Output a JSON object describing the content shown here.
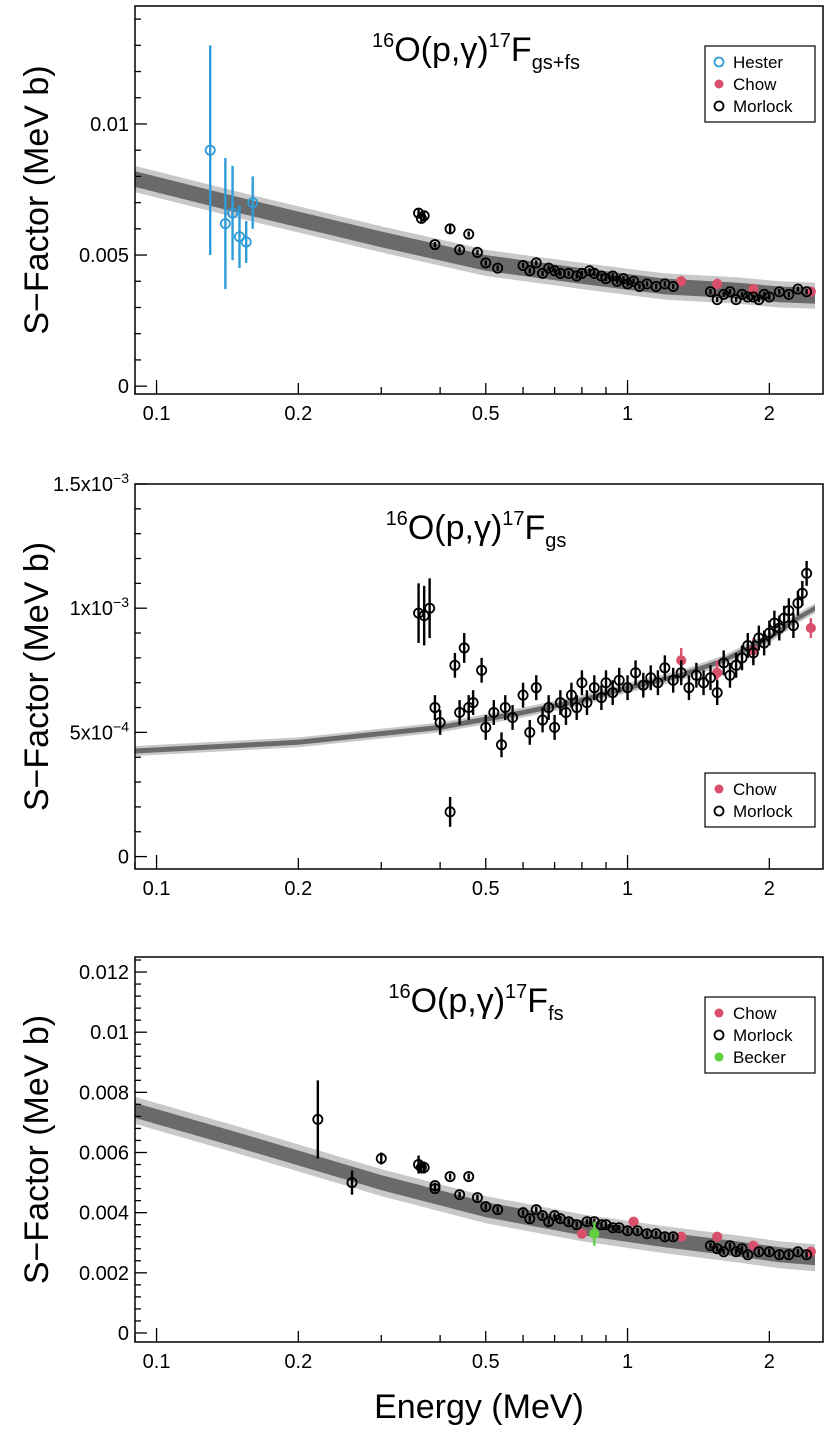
{
  "xlabel": "Energy (MeV)",
  "colors": {
    "Hester": "#2f9bd8",
    "Chow": "#d9506a",
    "Morlock": "#000000",
    "Becker": "#5fcf3f",
    "band_inner": "#6a6a6a",
    "band_outer": "#c8c8c8"
  },
  "chart_data": [
    {
      "type": "scatter",
      "title_pre": "16",
      "title_mid": "O(p,",
      "title_gamma": "γ",
      "title_mid2": ")",
      "title_pre2": "17",
      "title_main": "F",
      "title_sub": "gs+fs",
      "xlabel": "",
      "ylabel": "S−Factor (MeV b)",
      "xscale": "log",
      "xlim": [
        0.09,
        2.6
      ],
      "ylim": [
        -0.0003,
        0.0145
      ],
      "xticks": [
        {
          "v": 0.1,
          "label": "0.1"
        },
        {
          "v": 0.2,
          "label": "0.2"
        },
        {
          "v": 0.5,
          "label": "0.5"
        },
        {
          "v": 1,
          "label": "1"
        },
        {
          "v": 2,
          "label": "2"
        }
      ],
      "yticks": [
        {
          "v": 0,
          "label": "0"
        },
        {
          "v": 0.005,
          "label": "0.005"
        },
        {
          "v": 0.01,
          "label": "0.01"
        }
      ],
      "legend": [
        "Hester",
        "Chow",
        "Morlock"
      ],
      "legend_position": "top-right",
      "band": {
        "x": [
          0.09,
          0.15,
          0.3,
          0.5,
          0.8,
          1.2,
          1.7,
          2.1,
          2.5
        ],
        "y": [
          0.0079,
          0.0069,
          0.0056,
          0.0047,
          0.0042,
          0.0038,
          0.00365,
          0.0035,
          0.00345
        ],
        "half_inner": 0.0003,
        "half_outer": 0.0005
      },
      "series": [
        {
          "name": "Hester",
          "x": [
            0.13,
            0.14,
            0.145,
            0.15,
            0.155,
            0.16
          ],
          "y": [
            0.009,
            0.0062,
            0.0066,
            0.0057,
            0.0055,
            0.007
          ],
          "err": [
            0.004,
            0.0025,
            0.0018,
            0.0012,
            0.0008,
            0.001
          ]
        },
        {
          "name": "Chow",
          "x": [
            1.3,
            1.55,
            1.85,
            2.45
          ],
          "y": [
            0.004,
            0.0039,
            0.0037,
            0.0036
          ],
          "err": [
            0.0002,
            0.0002,
            0.0002,
            0.0002
          ]
        },
        {
          "name": "Morlock",
          "x": [
            0.36,
            0.365,
            0.37,
            0.39,
            0.42,
            0.44,
            0.46,
            0.48,
            0.5,
            0.53,
            0.6,
            0.62,
            0.64,
            0.66,
            0.68,
            0.7,
            0.72,
            0.75,
            0.78,
            0.8,
            0.83,
            0.85,
            0.88,
            0.9,
            0.93,
            0.95,
            0.98,
            1.0,
            1.03,
            1.06,
            1.1,
            1.15,
            1.2,
            1.25,
            1.5,
            1.55,
            1.6,
            1.65,
            1.7,
            1.75,
            1.8,
            1.85,
            1.9,
            1.95,
            2.0,
            2.1,
            2.2,
            2.3,
            2.4
          ],
          "y": [
            0.0066,
            0.0064,
            0.0065,
            0.0054,
            0.006,
            0.0052,
            0.0058,
            0.0051,
            0.0047,
            0.0045,
            0.0046,
            0.0044,
            0.0047,
            0.0043,
            0.0045,
            0.0044,
            0.0043,
            0.0043,
            0.0042,
            0.0043,
            0.0044,
            0.0043,
            0.0042,
            0.0041,
            0.0042,
            0.004,
            0.0041,
            0.0039,
            0.004,
            0.0038,
            0.0039,
            0.0038,
            0.0039,
            0.0038,
            0.0036,
            0.0033,
            0.0035,
            0.0036,
            0.0033,
            0.0035,
            0.0034,
            0.0034,
            0.0033,
            0.0035,
            0.0034,
            0.0036,
            0.0035,
            0.0037,
            0.0036
          ],
          "err": [
            0.0002,
            0.0002,
            0.0002,
            0.0001,
            0.0002,
            0.0001,
            0.0001,
            0.0001,
            0.0001,
            0.0001,
            0.0001,
            0.0001,
            0.0001,
            0.0001,
            0.0001,
            0.0001,
            0.0001,
            0.0001,
            0.0001,
            0.0001,
            0.0001,
            0.0001,
            0.0001,
            0.0001,
            0.0001,
            0.0001,
            0.0001,
            0.0001,
            0.0001,
            0.0001,
            0.0001,
            0.0001,
            0.0001,
            0.0001,
            0.0001,
            0.0001,
            0.0001,
            0.0001,
            0.0001,
            0.0001,
            0.0001,
            0.0001,
            0.0001,
            0.0001,
            0.0001,
            0.0001,
            0.0001,
            0.0001,
            0.0001
          ]
        }
      ]
    },
    {
      "type": "scatter",
      "title_pre": "16",
      "title_mid": "O(p,",
      "title_gamma": "γ",
      "title_mid2": ")",
      "title_pre2": "17",
      "title_main": "F",
      "title_sub": "gs",
      "xlabel": "",
      "ylabel": "S−Factor (MeV b)",
      "xscale": "log",
      "xlim": [
        0.09,
        2.6
      ],
      "ylim": [
        -5e-05,
        0.0015
      ],
      "xticks": [
        {
          "v": 0.1,
          "label": "0.1"
        },
        {
          "v": 0.2,
          "label": "0.2"
        },
        {
          "v": 0.5,
          "label": "0.5"
        },
        {
          "v": 1,
          "label": "1"
        },
        {
          "v": 2,
          "label": "2"
        }
      ],
      "yticks": [
        {
          "v": 0,
          "label": "0"
        },
        {
          "v": 0.0005,
          "label": "5x10",
          "exp": "−4"
        },
        {
          "v": 0.001,
          "label": "1x10",
          "exp": "−3"
        },
        {
          "v": 0.0015,
          "label": "1.5x10",
          "exp": "−3"
        }
      ],
      "legend": [
        "Chow",
        "Morlock"
      ],
      "legend_position": "bottom-right",
      "band": {
        "x": [
          0.09,
          0.2,
          0.4,
          0.6,
          0.8,
          1.0,
          1.3,
          1.6,
          2.0,
          2.3,
          2.5
        ],
        "y": [
          0.000425,
          0.00046,
          0.00052,
          0.00058,
          0.00063,
          0.00068,
          0.00073,
          0.00079,
          0.00088,
          0.00096,
          0.001
        ],
        "half_inner": 1e-05,
        "half_outer": 2e-05
      },
      "series": [
        {
          "name": "Chow",
          "x": [
            1.3,
            1.55,
            1.85,
            2.45
          ],
          "y": [
            0.00079,
            0.00074,
            0.00083,
            0.00092
          ],
          "err": [
            5e-05,
            5e-05,
            5e-05,
            4e-05
          ]
        },
        {
          "name": "Morlock",
          "x": [
            0.36,
            0.37,
            0.38,
            0.39,
            0.4,
            0.42,
            0.43,
            0.44,
            0.45,
            0.46,
            0.47,
            0.49,
            0.5,
            0.52,
            0.54,
            0.55,
            0.57,
            0.6,
            0.62,
            0.64,
            0.66,
            0.68,
            0.7,
            0.72,
            0.74,
            0.76,
            0.78,
            0.8,
            0.82,
            0.85,
            0.88,
            0.9,
            0.93,
            0.96,
            1.0,
            1.04,
            1.08,
            1.12,
            1.16,
            1.2,
            1.25,
            1.3,
            1.35,
            1.4,
            1.45,
            1.5,
            1.55,
            1.6,
            1.65,
            1.7,
            1.75,
            1.8,
            1.85,
            1.9,
            1.95,
            2.0,
            2.05,
            2.1,
            2.15,
            2.2,
            2.25,
            2.3,
            2.35,
            2.4
          ],
          "y": [
            0.00098,
            0.00097,
            0.001,
            0.0006,
            0.00054,
            0.00018,
            0.00077,
            0.00058,
            0.00084,
            0.0006,
            0.00062,
            0.00075,
            0.00052,
            0.00058,
            0.00045,
            0.0006,
            0.00056,
            0.00065,
            0.0005,
            0.00068,
            0.00055,
            0.0006,
            0.00052,
            0.00062,
            0.00058,
            0.00065,
            0.0006,
            0.0007,
            0.00062,
            0.00068,
            0.00064,
            0.0007,
            0.00066,
            0.00071,
            0.00068,
            0.00074,
            0.00069,
            0.00072,
            0.0007,
            0.00076,
            0.00071,
            0.00074,
            0.00068,
            0.00073,
            0.0007,
            0.00072,
            0.00066,
            0.00078,
            0.00073,
            0.00077,
            0.0008,
            0.00085,
            0.00082,
            0.00088,
            0.00086,
            0.0009,
            0.00094,
            0.00092,
            0.00096,
            0.00099,
            0.00093,
            0.00102,
            0.00106,
            0.00114
          ],
          "err": [
            0.00012,
            0.00012,
            0.00012,
            5e-05,
            5e-05,
            6e-05,
            5e-05,
            5e-05,
            6e-05,
            5e-05,
            5e-05,
            5e-05,
            5e-05,
            5e-05,
            5e-05,
            5e-05,
            5e-05,
            5e-05,
            5e-05,
            5e-05,
            5e-05,
            5e-05,
            5e-05,
            5e-05,
            5e-05,
            5e-05,
            5e-05,
            5e-05,
            5e-05,
            5e-05,
            5e-05,
            5e-05,
            5e-05,
            5e-05,
            5e-05,
            5e-05,
            5e-05,
            5e-05,
            5e-05,
            5e-05,
            5e-05,
            5e-05,
            5e-05,
            5e-05,
            5e-05,
            5e-05,
            5e-05,
            5e-05,
            5e-05,
            5e-05,
            5e-05,
            5e-05,
            5e-05,
            5e-05,
            5e-05,
            5e-05,
            5e-05,
            5e-05,
            5e-05,
            5e-05,
            5e-05,
            5e-05,
            5e-05,
            5e-05
          ]
        }
      ]
    },
    {
      "type": "scatter",
      "title_pre": "16",
      "title_mid": "O(p,",
      "title_gamma": "γ",
      "title_mid2": ")",
      "title_pre2": "17",
      "title_main": "F",
      "title_sub": "fs",
      "xlabel": "Energy (MeV)",
      "ylabel": "S−Factor (MeV b)",
      "xscale": "log",
      "xlim": [
        0.09,
        2.6
      ],
      "ylim": [
        -0.0003,
        0.0125
      ],
      "xticks": [
        {
          "v": 0.1,
          "label": "0.1"
        },
        {
          "v": 0.2,
          "label": "0.2"
        },
        {
          "v": 0.5,
          "label": "0.5"
        },
        {
          "v": 1,
          "label": "1"
        },
        {
          "v": 2,
          "label": "2"
        }
      ],
      "yticks": [
        {
          "v": 0,
          "label": "0"
        },
        {
          "v": 0.002,
          "label": "0.002"
        },
        {
          "v": 0.004,
          "label": "0.004"
        },
        {
          "v": 0.006,
          "label": "0.006"
        },
        {
          "v": 0.008,
          "label": "0.008"
        },
        {
          "v": 0.01,
          "label": "0.01"
        },
        {
          "v": 0.012,
          "label": "0.012"
        }
      ],
      "legend": [
        "Chow",
        "Morlock",
        "Becker"
      ],
      "legend_position": "top-right",
      "band": {
        "x": [
          0.09,
          0.15,
          0.3,
          0.5,
          0.8,
          1.2,
          1.7,
          2.1,
          2.5
        ],
        "y": [
          0.0074,
          0.0064,
          0.005,
          0.0041,
          0.0035,
          0.0031,
          0.0028,
          0.0026,
          0.0025
        ],
        "half_inner": 0.00025,
        "half_outer": 0.00045
      },
      "series": [
        {
          "name": "Chow",
          "x": [
            0.8,
            1.03,
            1.3,
            1.55,
            1.85,
            2.45
          ],
          "y": [
            0.0033,
            0.0037,
            0.0032,
            0.0032,
            0.0029,
            0.0027
          ],
          "err": [
            0.00015,
            0.00015,
            0.00015,
            0.00015,
            0.00015,
            0.00015
          ]
        },
        {
          "name": "Morlock",
          "x": [
            0.22,
            0.26,
            0.3,
            0.36,
            0.365,
            0.37,
            0.39,
            0.39,
            0.42,
            0.44,
            0.46,
            0.48,
            0.5,
            0.53,
            0.6,
            0.62,
            0.64,
            0.66,
            0.68,
            0.7,
            0.72,
            0.75,
            0.78,
            0.82,
            0.85,
            0.88,
            0.9,
            0.93,
            0.96,
            1.0,
            1.05,
            1.1,
            1.15,
            1.2,
            1.25,
            1.5,
            1.55,
            1.6,
            1.65,
            1.7,
            1.75,
            1.8,
            1.9,
            2.0,
            2.1,
            2.2,
            2.3,
            2.4
          ],
          "y": [
            0.0071,
            0.005,
            0.0058,
            0.0056,
            0.0055,
            0.0055,
            0.0049,
            0.0048,
            0.0052,
            0.0046,
            0.0052,
            0.0045,
            0.0042,
            0.0041,
            0.004,
            0.0038,
            0.0041,
            0.0039,
            0.0037,
            0.0039,
            0.0038,
            0.0037,
            0.0036,
            0.0037,
            0.0037,
            0.0036,
            0.0036,
            0.0035,
            0.0035,
            0.0034,
            0.0034,
            0.0033,
            0.0033,
            0.0032,
            0.0032,
            0.0029,
            0.0028,
            0.0027,
            0.0029,
            0.0027,
            0.0028,
            0.0026,
            0.0027,
            0.0027,
            0.0026,
            0.0026,
            0.0027,
            0.0026
          ],
          "err": [
            0.0013,
            0.0004,
            0.0002,
            0.0003,
            0.0002,
            0.0002,
            0.0001,
            0.0001,
            0.0001,
            0.0001,
            0.0001,
            0.0001,
            0.0001,
            0.0001,
            0.0001,
            0.0001,
            0.0001,
            0.0001,
            0.0001,
            0.0001,
            0.0001,
            0.0001,
            0.0001,
            0.0001,
            0.0001,
            0.0001,
            0.0001,
            0.0001,
            0.0001,
            0.0001,
            0.0001,
            0.0001,
            0.0001,
            0.0001,
            0.0001,
            0.0001,
            0.0001,
            0.0001,
            0.0001,
            0.0001,
            0.0001,
            0.0001,
            0.0001,
            0.0001,
            0.0001,
            0.0001,
            0.0001,
            0.0001
          ]
        },
        {
          "name": "Becker",
          "x": [
            0.85
          ],
          "y": [
            0.0033
          ],
          "err": [
            0.0004
          ]
        }
      ]
    }
  ]
}
